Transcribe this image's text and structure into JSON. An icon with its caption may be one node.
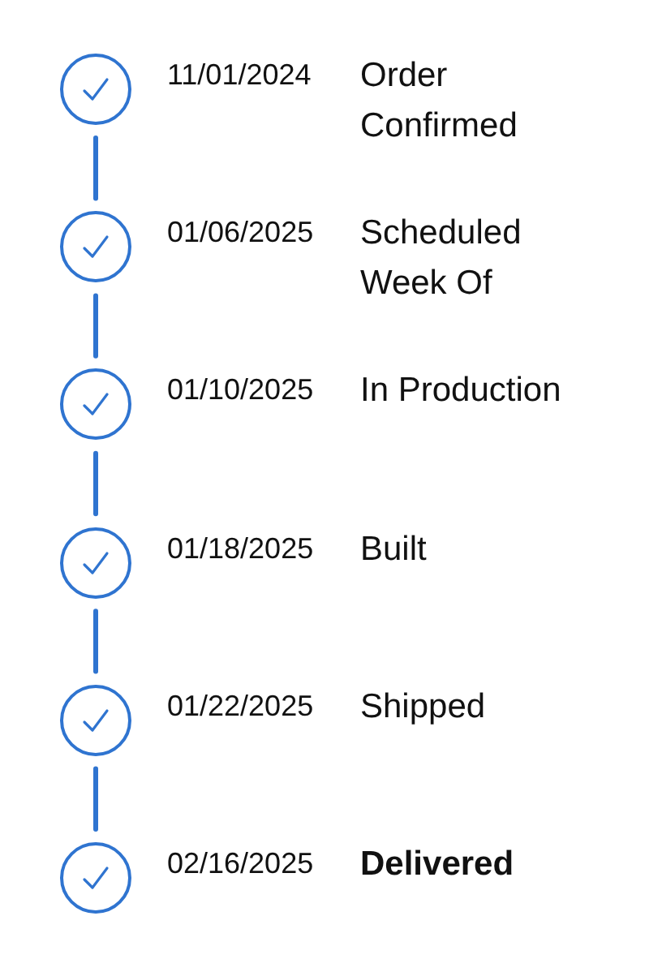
{
  "diagram": {
    "nodes": [
      {
        "text": [],
        "shape": "circle",
        "beside": [
          "11/01/2024",
          "Order Confirmed"
        ]
      },
      {
        "text": [],
        "shape": "circle",
        "beside": [
          "01/06/2025",
          "Scheduled Week Of"
        ]
      },
      {
        "text": [],
        "shape": "circle",
        "beside": [
          "01/10/2025",
          "In Production"
        ]
      },
      {
        "text": [],
        "shape": "circle",
        "beside": [
          "01/18/2025",
          "Built"
        ]
      },
      {
        "text": [],
        "shape": "circle",
        "beside": [
          "01/22/2025",
          "Shipped"
        ]
      },
      {
        "text": [],
        "shape": "circle",
        "beside": [
          "02/16/2025",
          "Delivered"
        ]
      }
    ],
    "edges": [
      {
        "from": 0,
        "to": 1,
        "arrow": "none"
      },
      {
        "from": 1,
        "to": 2,
        "arrow": "none"
      },
      {
        "from": 2,
        "to": 3,
        "arrow": "none"
      },
      {
        "from": 3,
        "to": 4,
        "arrow": "none"
      },
      {
        "from": 4,
        "to": 5,
        "arrow": "none"
      }
    ]
  }
}
